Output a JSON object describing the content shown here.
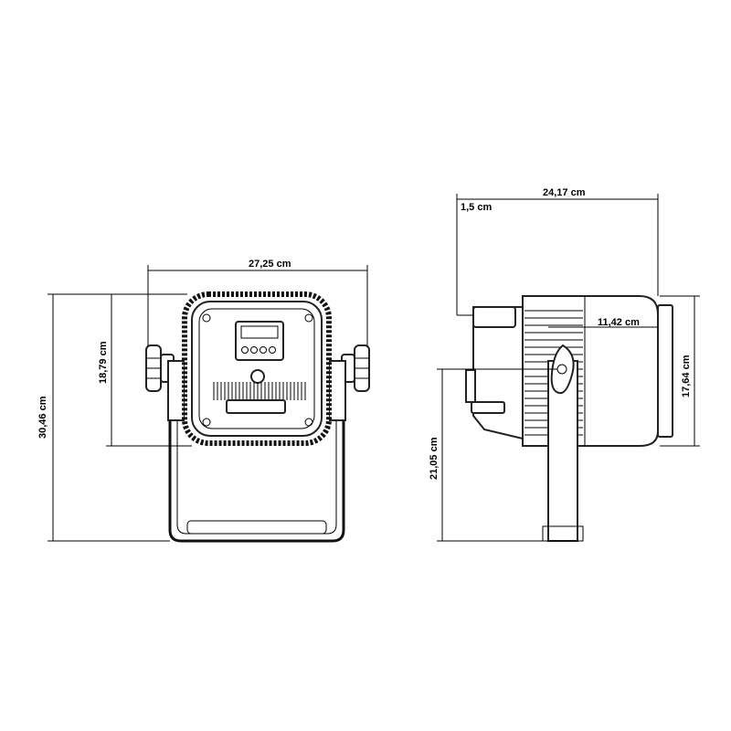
{
  "front_view": {
    "width_label": "27,25 cm",
    "height_total_label": "30,46 cm",
    "height_head_label": "18,79 cm"
  },
  "side_view": {
    "depth_label": "24,17 cm",
    "bracket_offset_label": "1,5 cm",
    "body_depth_label": "11,42 cm",
    "height_label": "17,64 cm",
    "pivot_height_label": "21,05 cm"
  },
  "colors": {
    "line": "#000000",
    "background": "#ffffff"
  }
}
